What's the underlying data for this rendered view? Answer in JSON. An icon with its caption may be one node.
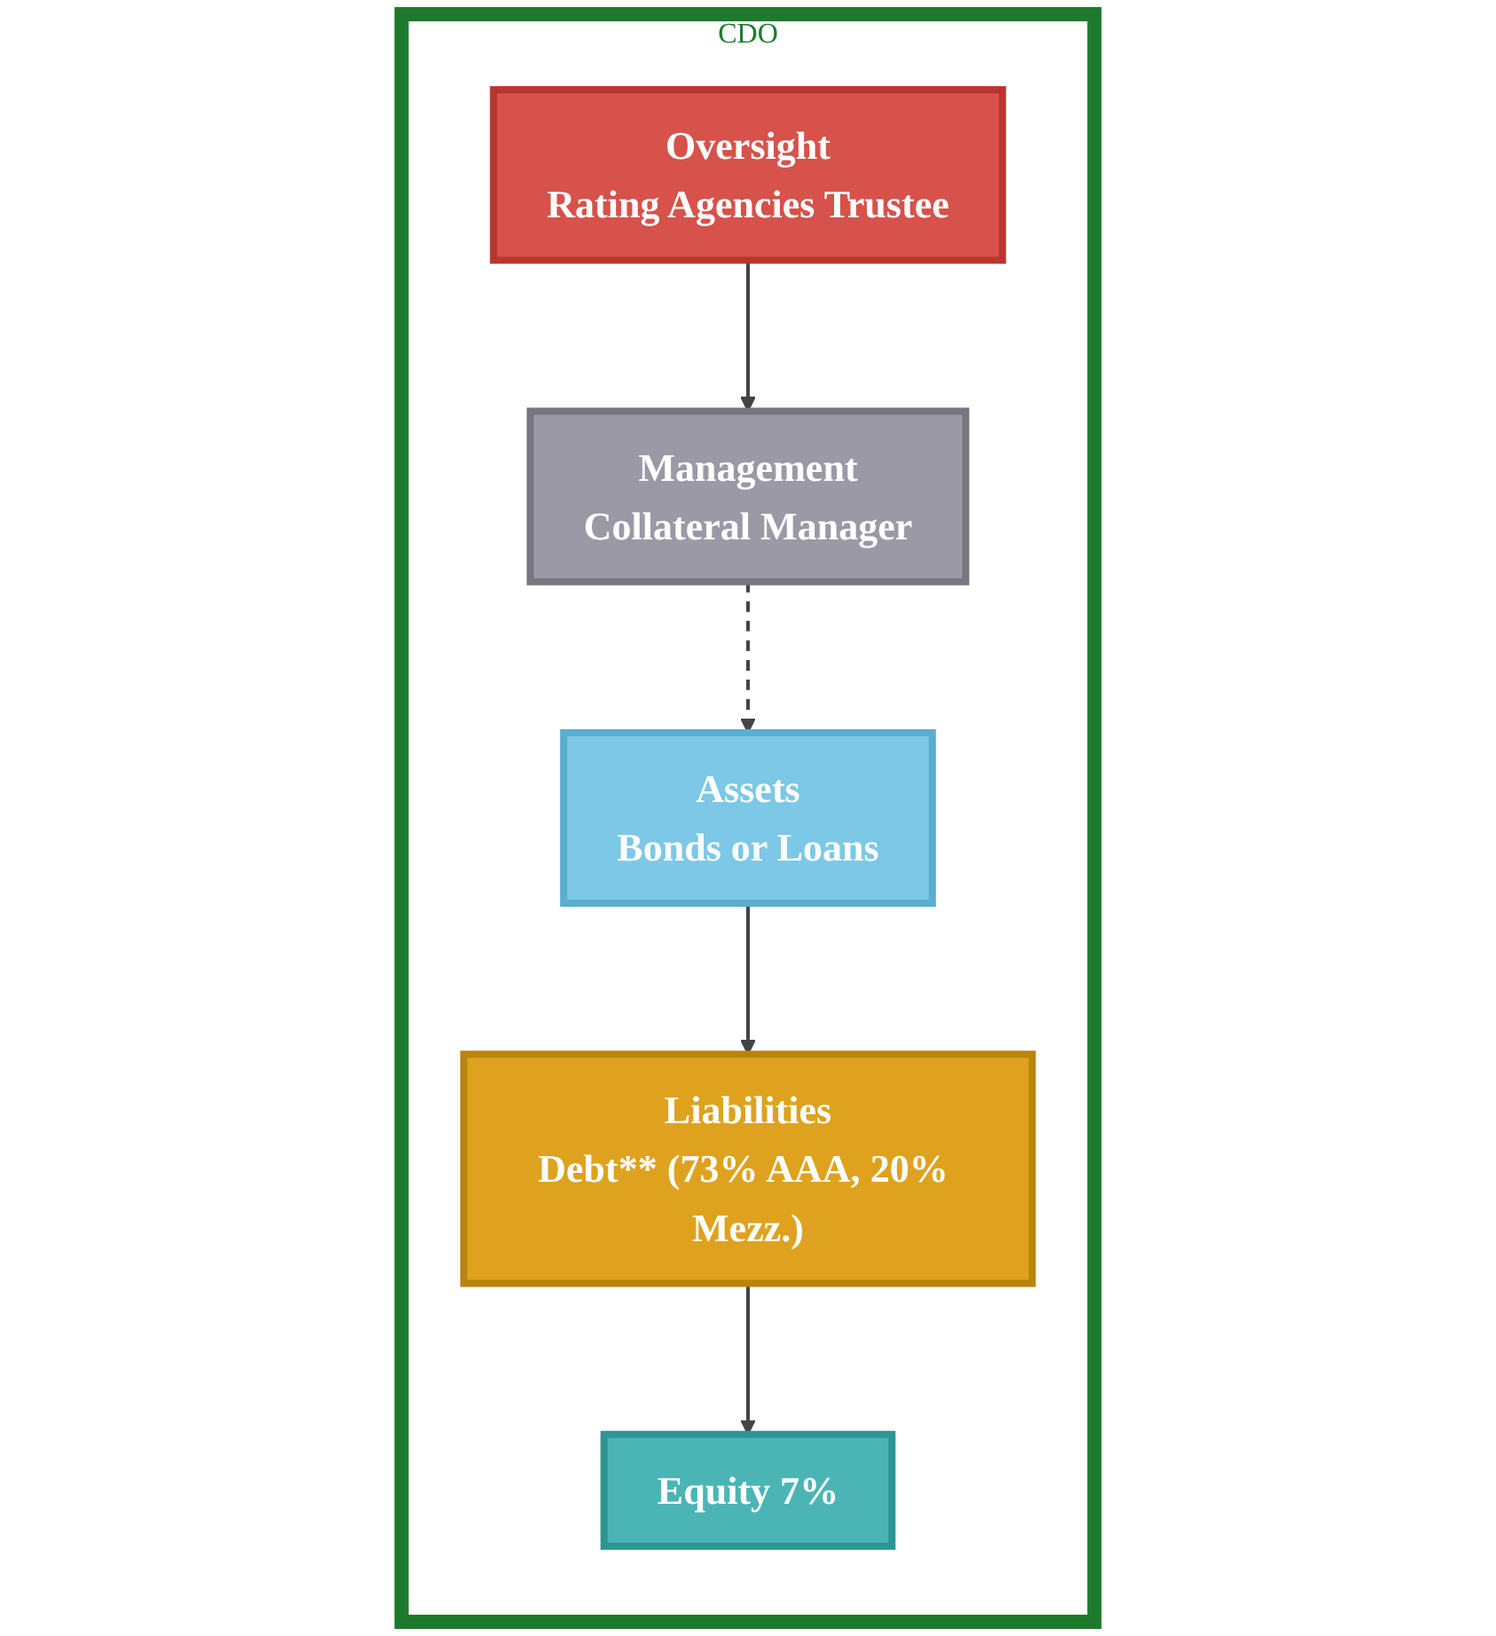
{
  "diagram": {
    "nodes": [
      {
        "text": [
          "CDO"
        ]
      },
      {
        "text": [
          "Assets",
          "Bonds or Loans"
        ],
        "in": 0
      },
      {
        "text": [
          "Management",
          "Collateral Manager"
        ],
        "in": 0
      },
      {
        "text": [
          "Oversight",
          "Rating Agencies Trustee"
        ],
        "in": 0
      },
      {
        "text": [
          "Liabilities",
          "Debt** (73% AAA, 20% Mezz.)"
        ],
        "in": 0
      },
      {
        "text": [
          "Equity 7%"
        ],
        "in": 0
      }
    ],
    "edges": [
      {
        "from": 2,
        "to": 1,
        "arrow": "to",
        "style": "dashed"
      },
      {
        "from": 3,
        "to": 2,
        "arrow": "to"
      },
      {
        "from": 1,
        "to": 4,
        "arrow": "to"
      },
      {
        "from": 4,
        "to": 5,
        "arrow": "to"
      }
    ]
  }
}
